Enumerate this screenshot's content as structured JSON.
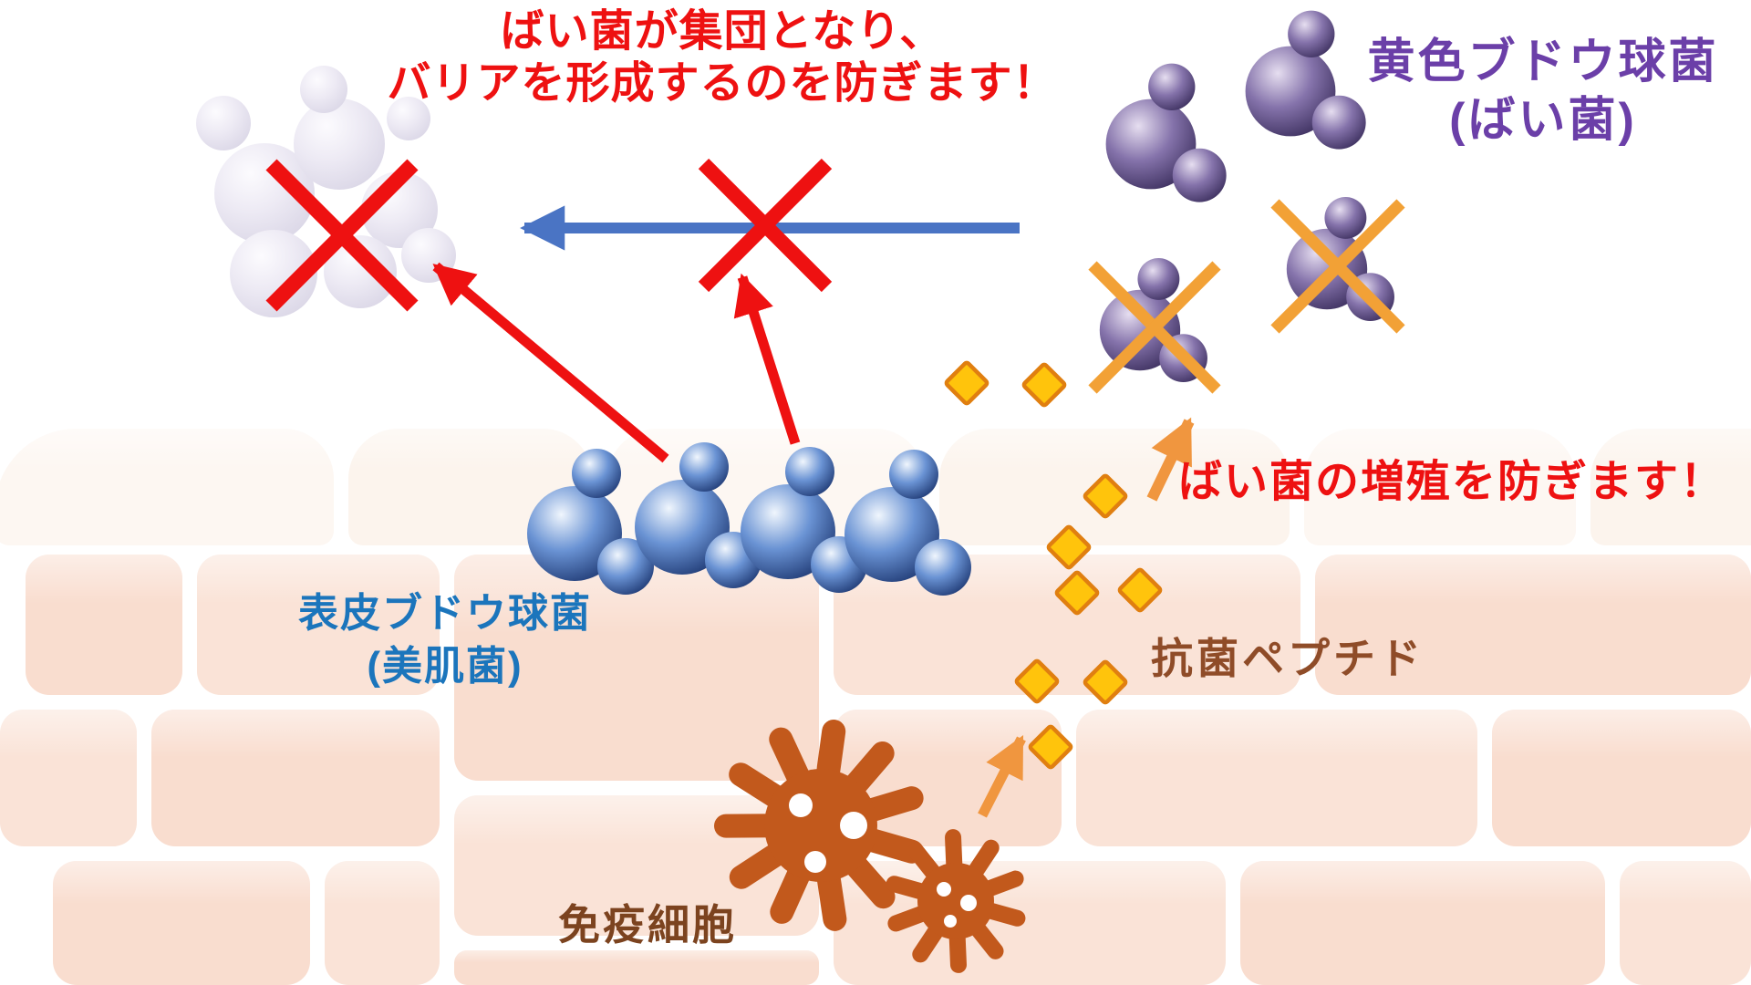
{
  "diagram": {
    "captions": {
      "barrier_line1": "ばい菌が集団となり、",
      "barrier_line2": "バリアを形成するのを防ぎます！",
      "growth": "ばい菌の増殖を防ぎます！"
    },
    "labels": {
      "aureus_line1": "黄色ブドウ球菌",
      "aureus_line2": "(ばい菌)",
      "epidermidis_line1": "表皮ブドウ球菌",
      "epidermidis_line2": "(美肌菌)",
      "peptide": "抗菌ペプチド",
      "immune": "免疫細胞"
    },
    "icons": {
      "red_cross": "red-cross-icon",
      "orange_cross": "orange-cross-icon",
      "blue_arrow": "blue-migration-arrow-icon",
      "red_arrow": "red-block-arrow-icon",
      "orange_arrow": "orange-secretion-arrow-icon",
      "diamond": "antimicrobial-peptide-diamond-icon",
      "immune_cell": "immune-cell-icon",
      "bacterium": "bacterium-spheres-icon"
    },
    "counts": {
      "peptide_diamonds": 9,
      "aureus_bacteria_total": 4,
      "aureus_bacteria_crossed": 2,
      "epidermidis_chain_units": 4,
      "immune_cells": 2,
      "red_crosses": 2
    },
    "colors": {
      "red": "#ee1111",
      "blue_arrow": "#4a74c4",
      "purple_text": "#6b3fa8",
      "blue_text": "#1b75bc",
      "peptide_text": "#8f4c28",
      "immune_text": "#7c431f",
      "immune_cell": "#c2591c",
      "orange_arrow": "#f0963f",
      "orange_x": "#f2a136",
      "diamond_fill": "#ffc40c",
      "diamond_stroke": "#e07f10",
      "brick_1": "#f9ddcf",
      "brick_2": "#fae3d7",
      "surface_1": "#fcf4ed",
      "surface_2": "#fdf7f2",
      "blue_sphere_dark": "#122a63",
      "purple_sphere_dark": "#2f2350",
      "faded_sphere": "#d7d3e4"
    }
  }
}
